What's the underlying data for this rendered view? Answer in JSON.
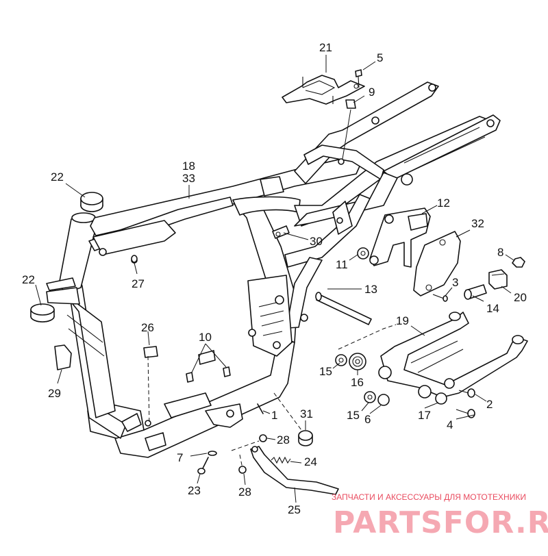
{
  "labels": {
    "l21": "21",
    "l5": "5",
    "l9": "9",
    "l18": "18",
    "l33": "33",
    "l22a": "22",
    "l12": "12",
    "l32": "32",
    "l30": "30",
    "l11": "11",
    "l8": "8",
    "l22b": "22",
    "l27": "27",
    "l3": "3",
    "l14": "14",
    "l20": "20",
    "l13": "13",
    "l26": "26",
    "l10": "10",
    "l19": "19",
    "l15a": "15",
    "l16": "16",
    "l29": "29",
    "l15b": "15",
    "l6": "6",
    "l17": "17",
    "l2": "2",
    "l31": "31",
    "l1": "1",
    "l4": "4",
    "l28a": "28",
    "l7": "7",
    "l24": "24",
    "l23": "23",
    "l28b": "28",
    "l25": "25"
  },
  "watermark": {
    "tagline": "ЗАПЧАСТИ И АКСЕССУАРЫ ДЛЯ МОТОТЕХНИКИ",
    "brand": "PARTSFOR.RU"
  },
  "colors": {
    "line": "#111111",
    "watermark_text": "#e94a5e",
    "watermark_logo": "#f5a8b2"
  }
}
